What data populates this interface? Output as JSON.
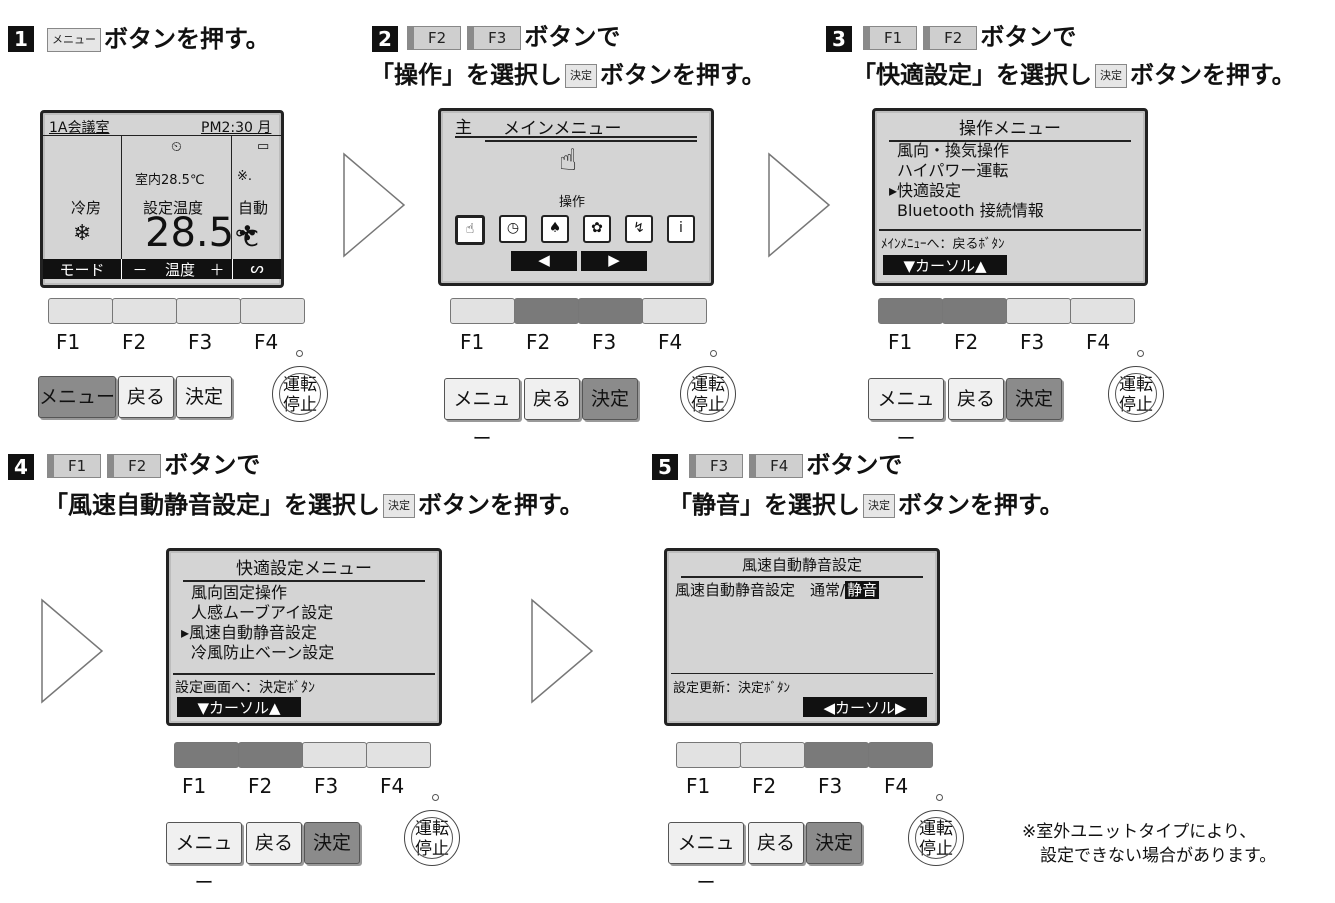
{
  "steps": [
    {
      "num": "1",
      "chip": "メニュー",
      "text": "ボタンを押す。"
    },
    {
      "num": "2",
      "chips": [
        "F2",
        "F3"
      ],
      "text1": "ボタンで",
      "text2a": "「操作」を選択し",
      "chip2": "決定",
      "text2b": "ボタンを押す。"
    },
    {
      "num": "3",
      "chips": [
        "F1",
        "F2"
      ],
      "text1": "ボタンで",
      "text2a": "「快適設定」を選択し",
      "chip2": "決定",
      "text2b": "ボタンを押す。"
    },
    {
      "num": "4",
      "chips": [
        "F1",
        "F2"
      ],
      "text1": "ボタンで",
      "text2a": "「風速自動静音設定」を選択し",
      "chip2": "決定",
      "text2b": "ボタンを押す。"
    },
    {
      "num": "5",
      "chips": [
        "F3",
        "F4"
      ],
      "text1": "ボタンで",
      "text2a": "「静音」を選択し",
      "chip2": "決定",
      "text2b": "ボタンを押す。"
    }
  ],
  "screen1": {
    "room": "1A会議室",
    "time": "PM2:30",
    "day": "月",
    "indoor": "室内28.5℃",
    "mode": "冷房",
    "set": "設定温度",
    "temp": "28.5",
    "unit": "℃",
    "auto": "自動",
    "bottom": [
      "モード",
      "－",
      "温度",
      "＋"
    ]
  },
  "screen2": {
    "title_left": "主",
    "title": "メインメニュー",
    "caption": "操作"
  },
  "screen3": {
    "title": "操作メニュー",
    "items": [
      "風向・換気操作",
      "ハイパワー運転",
      "▸快適設定",
      "Bluetooth 接続情報"
    ],
    "hint": "ﾒｲﾝﾒﾆｭｰへ：戻るﾎﾞﾀﾝ",
    "bar": "▼カーソル▲"
  },
  "screen4": {
    "title": "快適設定メニュー",
    "items": [
      "風向固定操作",
      "人感ムーブアイ設定",
      "▸風速自動静音設定",
      "冷風防止ベーン設定"
    ],
    "hint": "設定画面へ：決定ﾎﾞﾀﾝ",
    "bar": "▼カーソル▲"
  },
  "screen5": {
    "title": "風速自動静音設定",
    "line": "風速自動静音設定　通常/",
    "selected": "静音",
    "hint": "設定更新：決定ﾎﾞﾀﾝ",
    "bar": "◀カーソル▶"
  },
  "fkeys": [
    "F1",
    "F2",
    "F3",
    "F4"
  ],
  "buttons": {
    "menu": "メニュー",
    "back": "戻る",
    "enter": "決定",
    "power1": "運転",
    "power2": "停止"
  },
  "note": [
    "※室外ユニットタイプにより、",
    "設定できない場合があります。"
  ]
}
